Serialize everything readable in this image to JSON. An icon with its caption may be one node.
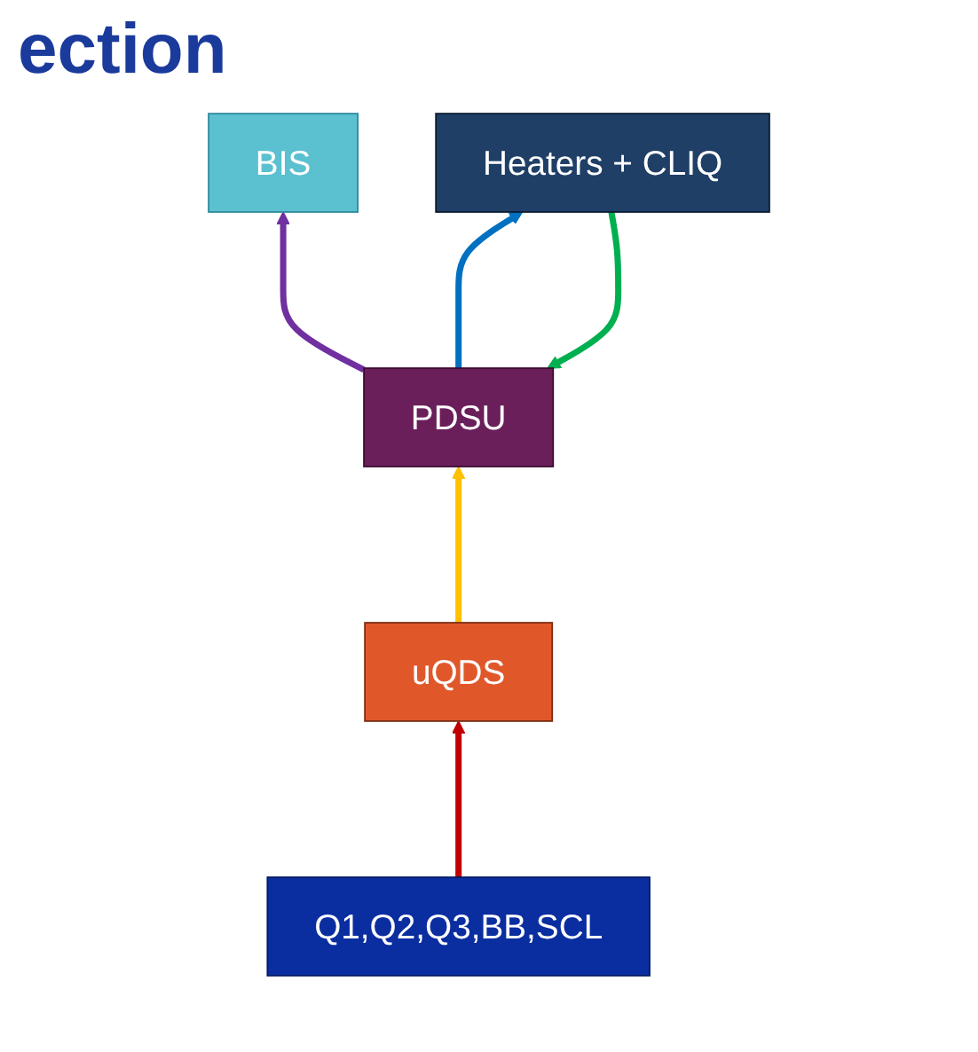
{
  "diagram": {
    "title": "ection",
    "nodes": [
      {
        "text": [
          "BIS"
        ]
      },
      {
        "text": [
          "uQDS"
        ]
      },
      {
        "text": [
          "PDSU"
        ]
      },
      {
        "text": [
          "Heaters + CLIQ"
        ]
      },
      {
        "text": [
          "Q1,Q2,Q3,BB,SCL"
        ]
      }
    ],
    "edges": [
      {
        "from": 1,
        "to": 2,
        "arrow": "to",
        "color": "#ffc000"
      },
      {
        "from": 2,
        "to": 0,
        "arrow": "to",
        "color": "#7030a0"
      },
      {
        "from": 4,
        "to": 1,
        "arrow": "to",
        "color": "#c00000"
      },
      {
        "from": 3,
        "to": 2,
        "arrow": "to",
        "color": "#00b050"
      },
      {
        "from": 2,
        "to": 3,
        "arrow": "to",
        "color": "#0070c0"
      }
    ]
  }
}
